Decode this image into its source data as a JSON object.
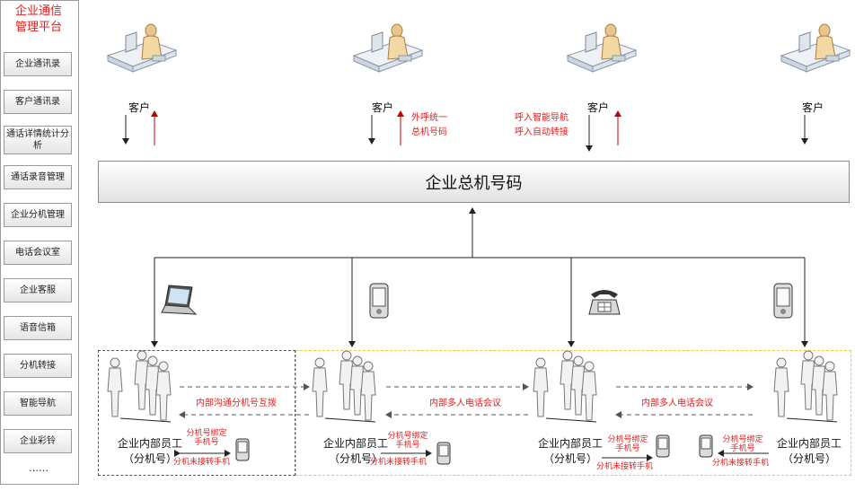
{
  "sidebar": {
    "title_line1": "企业通信",
    "title_line2": "管理平台",
    "items": [
      {
        "label": "企业通讯录"
      },
      {
        "label": "客户通讯录"
      },
      {
        "label": "通话详情统计分析"
      },
      {
        "label": "通话录音管理"
      },
      {
        "label": "企业分机管理"
      },
      {
        "label": "电话会议室"
      },
      {
        "label": "企业客服"
      },
      {
        "label": "语音信箱"
      },
      {
        "label": "分机转接"
      },
      {
        "label": "智能导航"
      },
      {
        "label": "企业彩铃"
      }
    ],
    "more": "……"
  },
  "customers": [
    {
      "label": "客户"
    },
    {
      "label": "客户"
    },
    {
      "label": "客户"
    },
    {
      "label": "客户"
    }
  ],
  "notes": {
    "outbound_line1": "外呼统一",
    "outbound_line2": "总机号码",
    "inbound_line1": "呼入智能导航",
    "inbound_line2": "呼入自动转接"
  },
  "trunk": {
    "label": "企业总机号码"
  },
  "employees": [
    {
      "line1": "企业内部员工",
      "line2": "（分机号）"
    },
    {
      "line1": "企业内部员工",
      "line2": "（分机号）"
    },
    {
      "line1": "企业内部员工",
      "line2": "（分机号）"
    },
    {
      "line1": "企业内部员工",
      "line2": "（分机号）"
    }
  ],
  "links": {
    "intercom": "内部沟通分机号互拨",
    "conference_1": "内部多人电话会议",
    "conference_2": "内部多人电话会议"
  },
  "phone_binding": {
    "bind_line1": "分机号绑定",
    "bind_line2": "手机号",
    "transfer": "分机未接转手机"
  },
  "colors": {
    "accent_red": "#e02020",
    "zone_gray": "#555555",
    "zone_yellow": "#e8c840"
  }
}
